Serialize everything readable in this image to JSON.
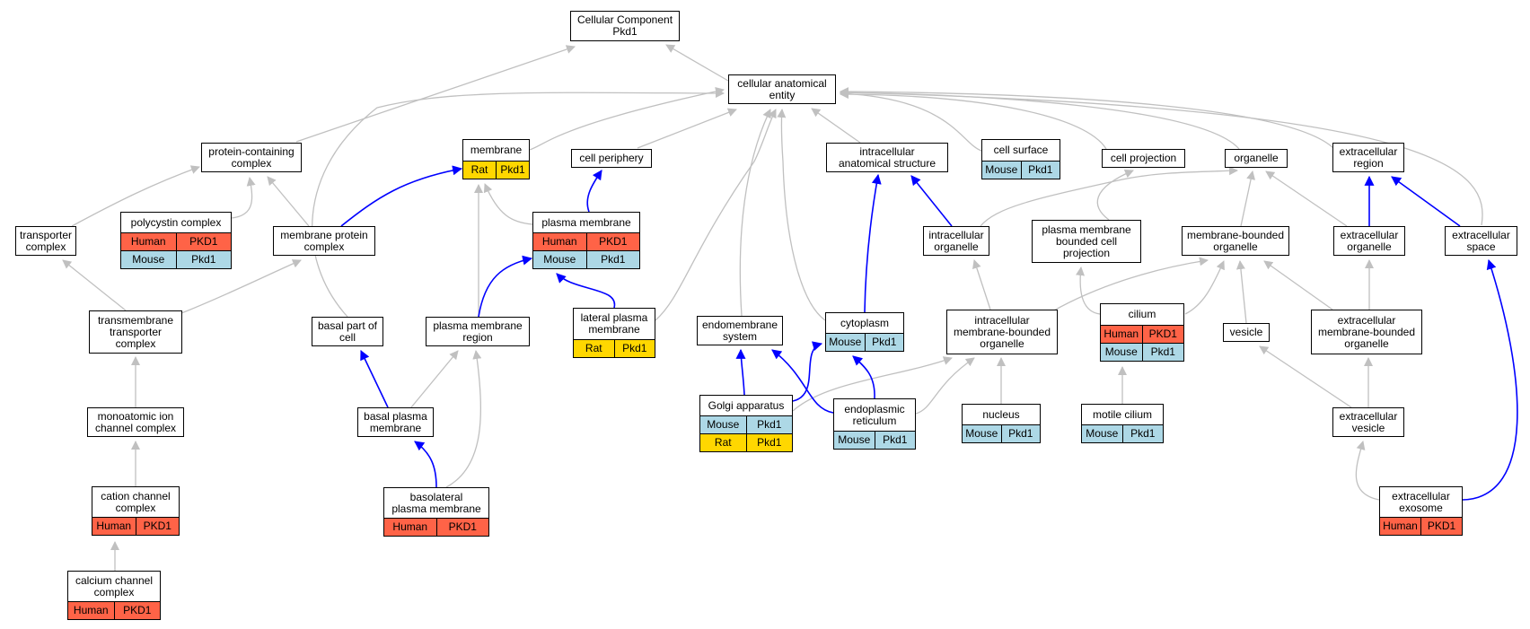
{
  "colors": {
    "human": "#ff6347",
    "mouse": "#add8e6",
    "rat": "#ffd700",
    "ontology_edge": "#c0c0c0",
    "gene_edge": "#0000ff"
  },
  "nodes": [
    {
      "id": "root",
      "label": "Cellular Component\nPkd1",
      "rows": []
    },
    {
      "id": "cae",
      "label": "cellular anatomical\nentity",
      "rows": []
    },
    {
      "id": "pcc",
      "label": "protein-containing\ncomplex",
      "rows": []
    },
    {
      "id": "membrane",
      "label": "membrane",
      "rows": [
        [
          "Rat",
          "Pkd1"
        ]
      ]
    },
    {
      "id": "cellper",
      "label": "cell periphery",
      "rows": []
    },
    {
      "id": "ias",
      "label": "intracellular\nanatomical structure",
      "rows": []
    },
    {
      "id": "cellsurf",
      "label": "cell surface",
      "rows": [
        [
          "Mouse",
          "Pkd1"
        ]
      ]
    },
    {
      "id": "cellproj",
      "label": "cell projection",
      "rows": []
    },
    {
      "id": "organelle",
      "label": "organelle",
      "rows": []
    },
    {
      "id": "exreg",
      "label": "extracellular\nregion",
      "rows": []
    },
    {
      "id": "polycystin",
      "label": "polycystin complex",
      "rows": [
        [
          "Human",
          "PKD1"
        ],
        [
          "Mouse",
          "Pkd1"
        ]
      ]
    },
    {
      "id": "transporter",
      "label": "transporter\ncomplex",
      "rows": []
    },
    {
      "id": "mpc",
      "label": "membrane protein\ncomplex",
      "rows": []
    },
    {
      "id": "pm",
      "label": "plasma membrane",
      "rows": [
        [
          "Human",
          "PKD1"
        ],
        [
          "Mouse",
          "Pkd1"
        ]
      ]
    },
    {
      "id": "icorg",
      "label": "intracellular\norganelle",
      "rows": []
    },
    {
      "id": "pmbcp",
      "label": "plasma membrane\nbounded cell\nprojection",
      "rows": []
    },
    {
      "id": "mbo",
      "label": "membrane-bounded\norganelle",
      "rows": []
    },
    {
      "id": "exorg",
      "label": "extracellular\norganelle",
      "rows": []
    },
    {
      "id": "exspace",
      "label": "extracellular\nspace",
      "rows": []
    },
    {
      "id": "tmtc",
      "label": "transmembrane\ntransporter\ncomplex",
      "rows": []
    },
    {
      "id": "basalpart",
      "label": "basal part of\ncell",
      "rows": []
    },
    {
      "id": "pmr",
      "label": "plasma membrane\nregion",
      "rows": []
    },
    {
      "id": "latpm",
      "label": "lateral plasma\nmembrane",
      "rows": [
        [
          "Rat",
          "Pkd1"
        ]
      ]
    },
    {
      "id": "endomem",
      "label": "endomembrane\nsystem",
      "rows": []
    },
    {
      "id": "cytoplasm",
      "label": "cytoplasm",
      "rows": [
        [
          "Mouse",
          "Pkd1"
        ]
      ]
    },
    {
      "id": "imbo",
      "label": "intracellular\nmembrane-bounded\norganelle",
      "rows": []
    },
    {
      "id": "cilium",
      "label": "cilium",
      "rows": [
        [
          "Human",
          "PKD1"
        ],
        [
          "Mouse",
          "Pkd1"
        ]
      ]
    },
    {
      "id": "vesicle",
      "label": "vesicle",
      "rows": []
    },
    {
      "id": "embo",
      "label": "extracellular\nmembrane-bounded\norganelle",
      "rows": []
    },
    {
      "id": "monoion",
      "label": "monoatomic ion\nchannel complex",
      "rows": []
    },
    {
      "id": "basalpm",
      "label": "basal plasma\nmembrane",
      "rows": []
    },
    {
      "id": "golgi",
      "label": "Golgi apparatus",
      "rows": [
        [
          "Mouse",
          "Pkd1"
        ],
        [
          "Rat",
          "Pkd1"
        ]
      ]
    },
    {
      "id": "er",
      "label": "endoplasmic\nreticulum",
      "rows": [
        [
          "Mouse",
          "Pkd1"
        ]
      ]
    },
    {
      "id": "nucleus",
      "label": "nucleus",
      "rows": [
        [
          "Mouse",
          "Pkd1"
        ]
      ]
    },
    {
      "id": "motile",
      "label": "motile cilium",
      "rows": [
        [
          "Mouse",
          "Pkd1"
        ]
      ]
    },
    {
      "id": "exves",
      "label": "extracellular\nvesicle",
      "rows": []
    },
    {
      "id": "cationch",
      "label": "cation channel\ncomplex",
      "rows": [
        [
          "Human",
          "PKD1"
        ]
      ]
    },
    {
      "id": "basolat",
      "label": "basolateral\nplasma membrane",
      "rows": [
        [
          "Human",
          "PKD1"
        ]
      ]
    },
    {
      "id": "exosome",
      "label": "extracellular\nexosome",
      "rows": [
        [
          "Human",
          "PKD1"
        ]
      ]
    },
    {
      "id": "calcium",
      "label": "calcium channel\ncomplex",
      "rows": [
        [
          "Human",
          "PKD1"
        ]
      ]
    }
  ]
}
